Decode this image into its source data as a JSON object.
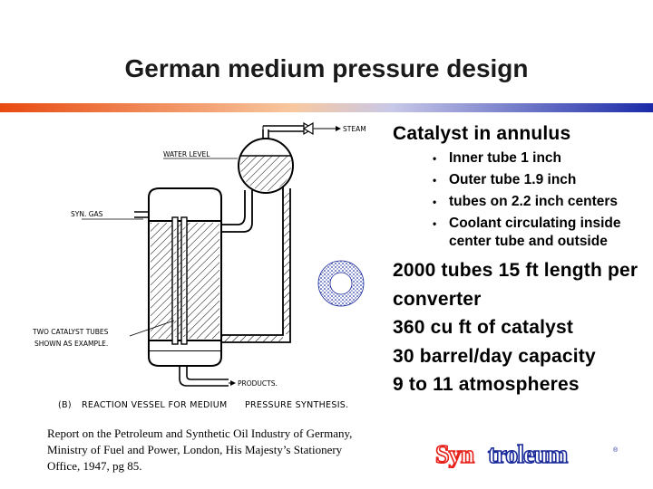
{
  "slide": {
    "title": "German medium pressure design"
  },
  "diagram": {
    "labels": {
      "steam": "STEAM",
      "water_level": "WATER LEVEL",
      "syn_gas": "SYN. GAS",
      "two_catalyst_tubes_line1": "TWO CATALYST TUBES",
      "two_catalyst_tubes_line2": "SHOWN AS EXAMPLE.",
      "products": "PRODUCTS.",
      "caption_marker": "(B)",
      "caption_part1": "REACTION VESSEL FOR MEDIUM",
      "caption_part2": "PRESSURE SYNTHESIS."
    }
  },
  "bullets": {
    "heading": "Catalyst in annulus",
    "sub_items": [
      "Inner tube 1 inch",
      "Outer tube 1.9 inch",
      "tubes on 2.2 inch centers",
      "Coolant circulating inside center tube and outside"
    ],
    "lines": [
      "2000 tubes 15 ft length per converter",
      "360 cu ft of catalyst",
      "30 barrel/day capacity",
      "9 to 11 atmospheres"
    ]
  },
  "citation": {
    "text": "Report on the Petroleum and Synthetic Oil Industry of Germany, Ministry of Fuel and Power, London, His Majesty’s Stationery Office, 1947, pg 85."
  },
  "logo": {
    "part1": "Syn",
    "part2": "troleum",
    "mark": "®"
  },
  "colors": {
    "rule_start": "#e84a10",
    "rule_mid": "#f4a060",
    "rule_end": "#1a2aa8",
    "logo_red": "#e8201a",
    "logo_blue": "#1a2a9a",
    "annulus_dots": "#2a3aa8"
  }
}
